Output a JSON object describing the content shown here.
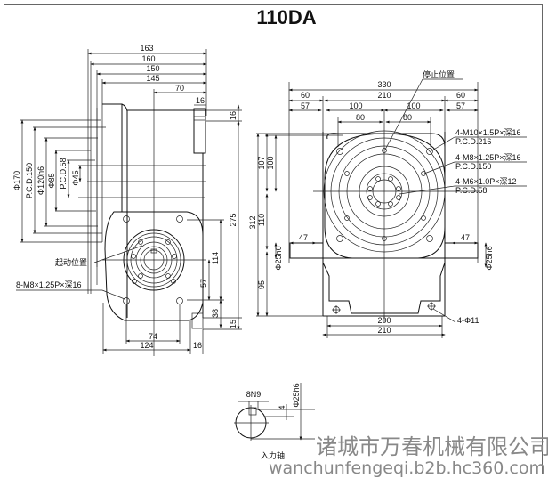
{
  "title": "110DA",
  "side_view": {
    "top_dims": [
      "163",
      "160",
      "150",
      "145",
      "70",
      "16"
    ],
    "right_dims": [
      "16",
      "275",
      "114",
      "57",
      "38",
      "15"
    ],
    "left_dims": [
      "Φ170",
      "P.C.D.150",
      "Φ120h6",
      "Φ85",
      "P.C.D.58",
      "Φ45"
    ],
    "bottom_dims": [
      "74",
      "124",
      "16"
    ],
    "start_position_label": "起动位置",
    "hole_note": "8-M8×1.25P×深16"
  },
  "front_view": {
    "stop_position_label": "停止位置",
    "top_dims": [
      "330",
      "60",
      "210",
      "60",
      "57",
      "100",
      "100",
      "57",
      "80",
      "80"
    ],
    "left_dims": [
      "107",
      "100",
      "312",
      "110",
      "95",
      "Φ25h6"
    ],
    "side_dims": [
      "47",
      "47",
      "Φ25h6"
    ],
    "bottom_dims": [
      "200",
      "210"
    ],
    "foot_hole_note": "4-Φ11",
    "notes": [
      {
        "line1": "4-M10×1.5P×深16",
        "line2": "P.C.D.216"
      },
      {
        "line1": "4-M8×1.25P×深16",
        "line2": "P.C.D.150"
      },
      {
        "line1": "4-M6×1.0P×深12",
        "line2": "P.C.D.58"
      }
    ]
  },
  "input_shaft": {
    "key_width": "8N9",
    "key_depth": "4",
    "diameter": "Φ25h6",
    "label": "入力轴"
  },
  "watermark": {
    "company": "诸城市万春机械有限公司",
    "url": "wanchunfengeqi.b2b.hc360.com"
  }
}
